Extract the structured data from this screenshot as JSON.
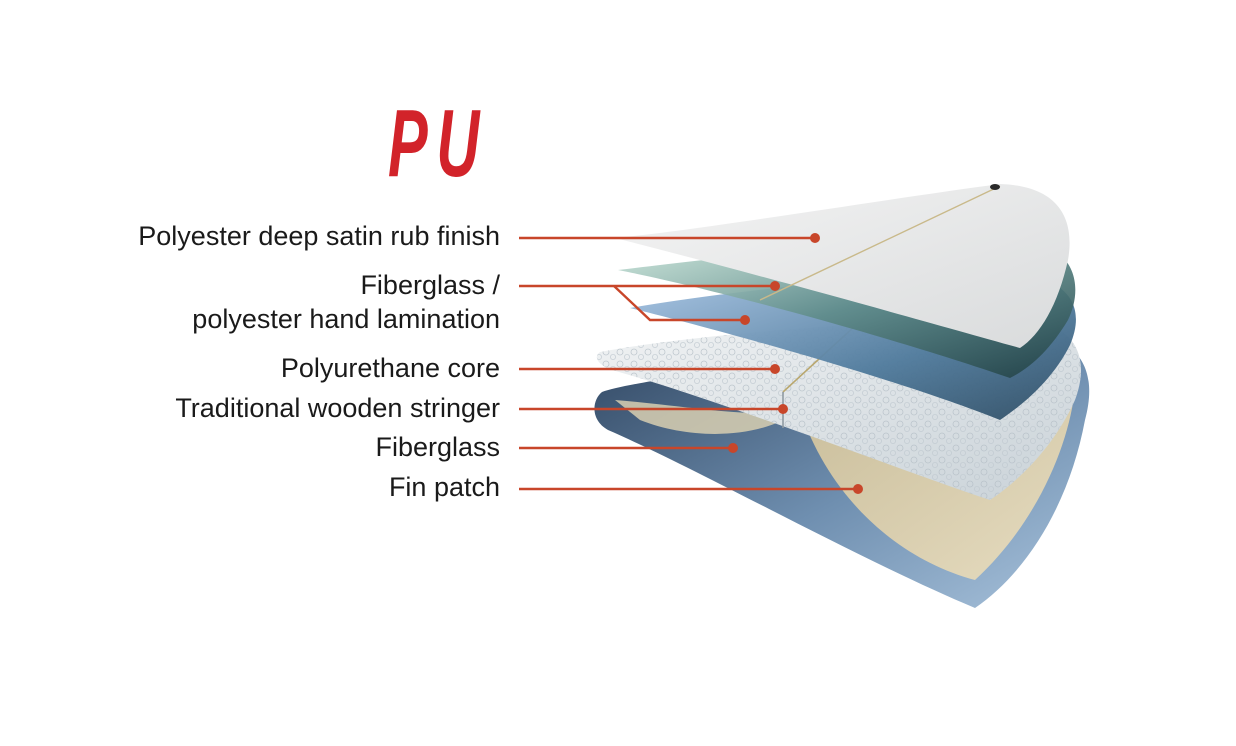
{
  "title": "PU",
  "colors": {
    "title": "#d2232a",
    "leader": "#c8462a",
    "text": "#1a1a1a"
  },
  "labels": {
    "satin_finish": "Polyester deep satin rub finish",
    "fiberglass_lamination_line1": "Fiberglass /",
    "fiberglass_lamination_line2": "polyester hand lamination",
    "polyurethane_core": "Polyurethane core",
    "wooden_stringer": "Traditional wooden stringer",
    "fiberglass": "Fiberglass",
    "fin_patch": "Fin patch"
  }
}
